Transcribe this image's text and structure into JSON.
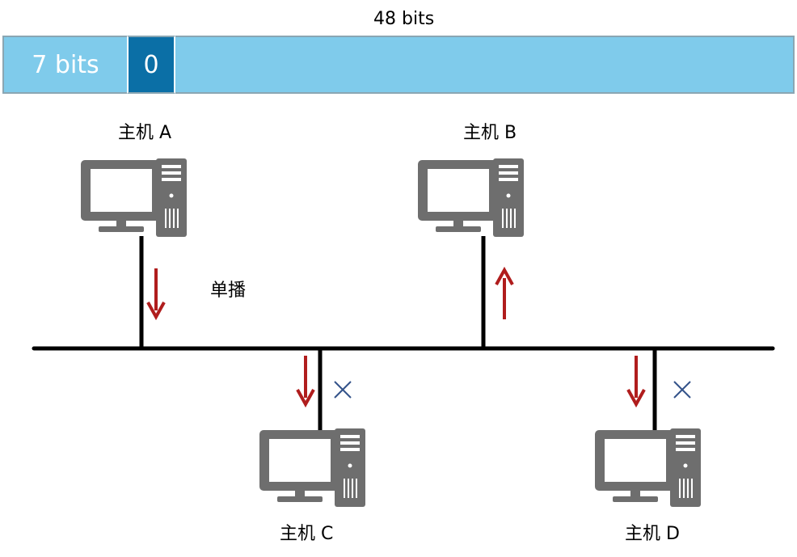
{
  "address_format": {
    "total_label": "48 bits",
    "first_field_label": "7 bits",
    "bit_value": "0"
  },
  "hosts": {
    "a": "主机 A",
    "b": "主机 B",
    "c": "主机 C",
    "d": "主机 D"
  },
  "transmission_label": "单播",
  "blocked_mark": "×",
  "colors": {
    "field_light": "#7fcbeb",
    "field_dark": "#0b6fa6",
    "arrow": "#b01d1d",
    "cross": "#34538a",
    "computer": "#6e6e6e",
    "bus": "#000000"
  },
  "icons": [
    "computer-icon",
    "down-arrow-icon",
    "up-arrow-icon",
    "blocked-cross-icon"
  ]
}
